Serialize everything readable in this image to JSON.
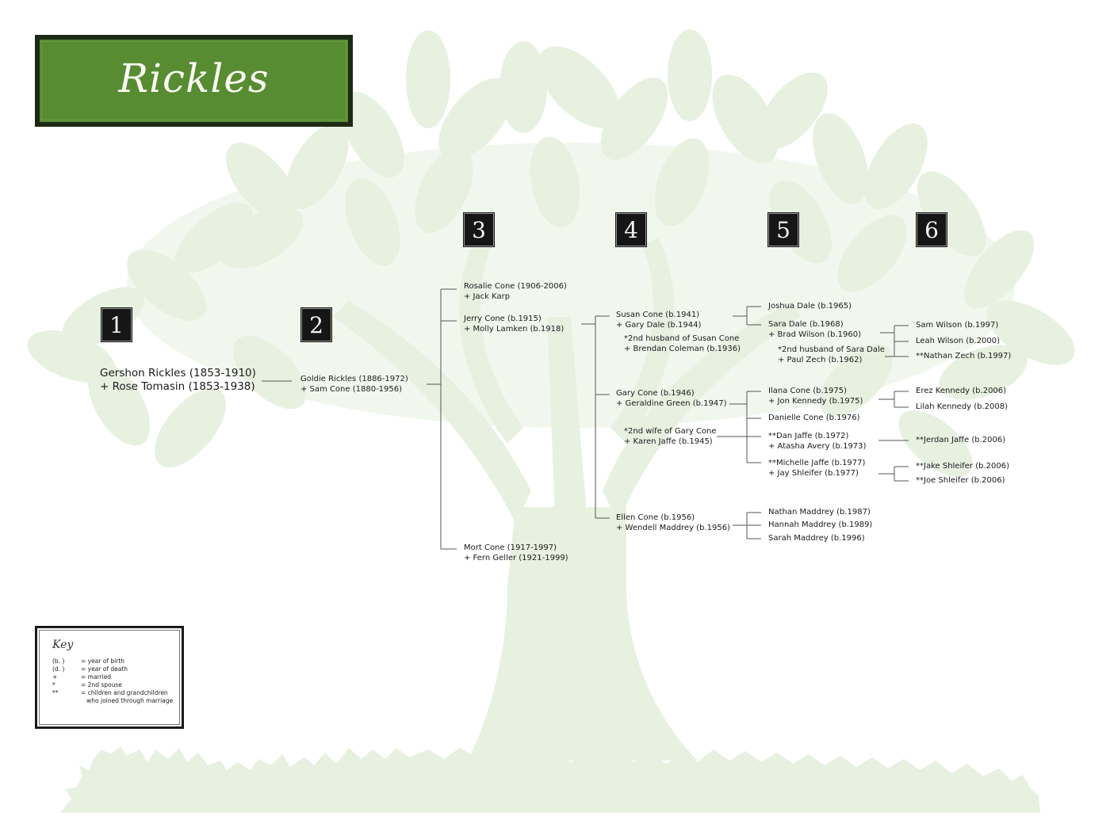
{
  "title": "Rickles",
  "colors": {
    "title_bg": "#578c33",
    "title_border": "#1c2a16",
    "tree_fill": "#e8f0e0",
    "badge_bg": "#161616",
    "line": "#555555"
  },
  "generations": [
    {
      "number": "1"
    },
    {
      "number": "2"
    },
    {
      "number": "3"
    },
    {
      "number": "4"
    },
    {
      "number": "5"
    },
    {
      "number": "6"
    }
  ],
  "people": {
    "gershon": [
      "Gershon Rickles (1853-1910)",
      "+ Rose Tomasin (1853-1938)"
    ],
    "goldie": [
      "Goldie Rickles (1886-1972)",
      "+ Sam Cone (1880-1956)"
    ],
    "rosalie": [
      "Rosalie Cone (1906-2006)",
      "+ Jack Karp"
    ],
    "jerry": [
      "Jerry Cone (b.1915)",
      "+ Molly Lamken (b.1918)"
    ],
    "mort": [
      "Mort Cone (1917-1997)",
      "+ Fern Geller (1921-1999)"
    ],
    "susan": [
      "Susan Cone (b.1941)",
      "+ Gary Dale (b.1944)"
    ],
    "susan_2nd": [
      "*2nd husband of Susan Cone",
      "+ Brendan Coleman (b.1936)"
    ],
    "gary": [
      "Gary Cone (b.1946)",
      "+ Geraldine Green (b.1947)"
    ],
    "gary_2nd": [
      "*2nd wife of Gary Cone",
      "+ Karen Jaffe (b.1945)"
    ],
    "ellen": [
      "Ellen Cone (b.1956)",
      "+ Wendell Maddrey (b.1956)"
    ],
    "joshua": [
      "Joshua Dale (b.1965)"
    ],
    "sara": [
      "Sara Dale (b.1968)",
      "+ Brad Wilson (b.1960)"
    ],
    "sara_2nd": [
      "*2nd husband of Sara Dale",
      "+ Paul Zech (b.1962)"
    ],
    "ilana": [
      "Ilana Cone (b.1975)",
      "+ Jon Kennedy (b.1975)"
    ],
    "danielle": [
      "Danielle Cone (b.1976)"
    ],
    "dan": [
      "**Dan Jaffe (b.1972)",
      "+ Atasha Avery (b.1973)"
    ],
    "michelle": [
      "**Michelle Jaffe (b.1977)",
      "+ Jay Shleifer (b.1977)"
    ],
    "nathan_m": [
      "Nathan Maddrey (b.1987)"
    ],
    "hannah_m": [
      "Hannah Maddrey (b.1989)"
    ],
    "sarah_m": [
      "Sarah Maddrey (b.1996)"
    ],
    "sam_w": [
      "Sam Wilson (b.1997)"
    ],
    "leah_w": [
      "Leah Wilson (b.2000)"
    ],
    "nathan_z": [
      "**Nathan Zech (b.1997)"
    ],
    "erez": [
      "Erez Kennedy (b.2006)"
    ],
    "lilah": [
      "Lilah Kennedy (b.2008)"
    ],
    "jerdan": [
      "**Jerdan Jaffe (b.2006)"
    ],
    "jake": [
      "**Jake Shleifer (b.2006)"
    ],
    "joe": [
      "**Joe Shleifer (b.2006)"
    ]
  },
  "key": {
    "title": "Key",
    "rows": [
      {
        "symbol": "(b.    )",
        "definition": "= year of birth"
      },
      {
        "symbol": "(d.    )",
        "definition": "= year of death"
      },
      {
        "symbol": "+",
        "definition": "= married"
      },
      {
        "symbol": "*",
        "definition": "= 2nd spouse"
      },
      {
        "symbol": "**",
        "definition": "= children and grandchildren\n   who joined through marriage"
      }
    ]
  }
}
